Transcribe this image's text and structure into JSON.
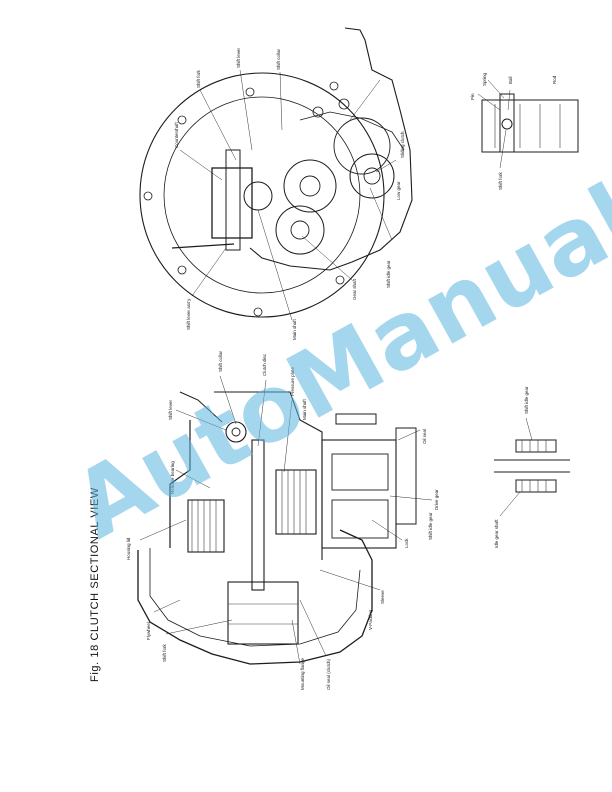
{
  "caption": "Fig. 18  CLUTCH SECTIONAL VIEW",
  "watermark": "AutoManual",
  "colors": {
    "watermark": "#5ab4e0",
    "ink": "#1c1c1c",
    "background": "#ffffff"
  },
  "top_view_labels": [
    "Shift fork",
    "Shift lever",
    "Shift collar",
    "Countershaft",
    "Main shaft",
    "Gear shaft",
    "Low gear",
    "Sliding clutch",
    "Shift idle gear",
    "Shift lever ass'y"
  ],
  "inset_labels": [
    "Pin",
    "Spring",
    "Ball",
    "Shift fork",
    "Rod"
  ],
  "section_labels": [
    "Housing lid",
    "Shift lever",
    "Release bearing",
    "Shift collar",
    "Clutch disc",
    "Pressure plate",
    "Main shaft",
    "Oil seal",
    "Shift idle gear",
    "Drive gear",
    "Flywheel",
    "Mounting flange",
    "Lock",
    "Sleeve",
    "V-Packing",
    "Oil seal (clutch)",
    "Shift fork"
  ],
  "small_detail_labels": [
    "Shift idle gear",
    "Idle gear shaft"
  ]
}
